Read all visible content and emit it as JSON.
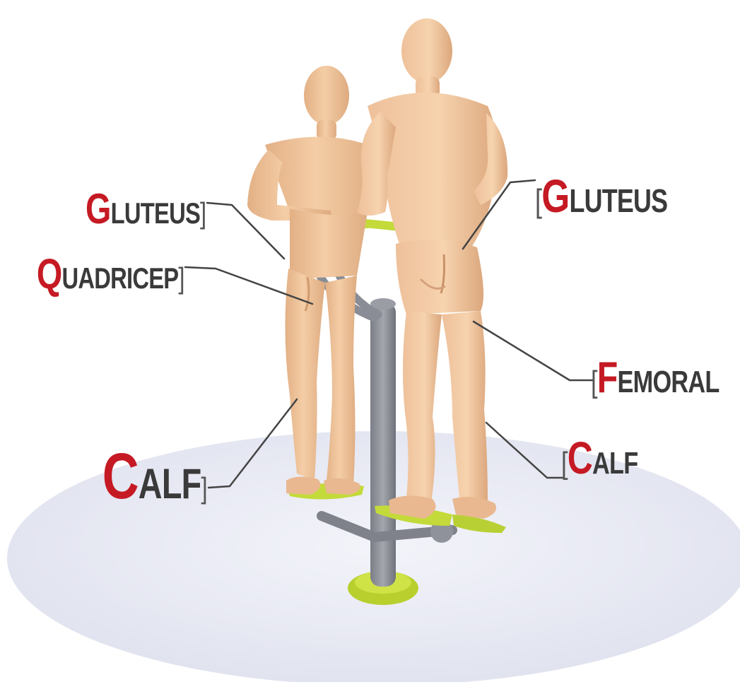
{
  "labels": {
    "gluteus_left": {
      "initial": "G",
      "rest": "LUTEUS",
      "bracket": "]"
    },
    "quadricep": {
      "initial": "Q",
      "rest": "UADRICEP",
      "bracket": "]"
    },
    "calf_left": {
      "initial": "C",
      "rest": "ALF",
      "bracket": "]"
    },
    "gluteus_right": {
      "initial": "G",
      "rest": "LUTEUS",
      "bracket": "["
    },
    "femoral": {
      "initial": "F",
      "rest": "EMORAL",
      "bracket": "["
    },
    "calf_right": {
      "initial": "C",
      "rest": "ALF",
      "bracket": "["
    }
  },
  "colors": {
    "initial": "#c51a24",
    "text": "#3a3a3a",
    "skin": "#f0c59d",
    "skin_shadow": "#dba57c",
    "equipment_metal": "#8d9097",
    "equipment_accent": "#c3da3a",
    "floor": "#e8e9f3"
  }
}
